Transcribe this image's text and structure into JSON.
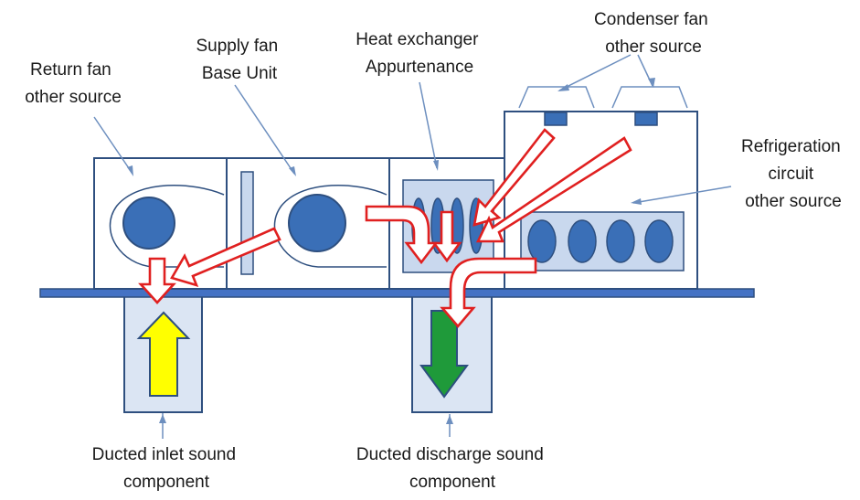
{
  "labels": {
    "return_fan": [
      "Return fan",
      "other source"
    ],
    "supply_fan": [
      "Supply fan",
      "Base Unit"
    ],
    "heat_exchanger": [
      "Heat exchanger",
      "Appurtenance"
    ],
    "condenser_fan": [
      "Condenser fan",
      "other source"
    ],
    "refrigeration": [
      "Refrigeration",
      "circuit",
      "other source"
    ],
    "ducted_inlet": [
      "Ducted inlet sound",
      "component"
    ],
    "ducted_discharge": [
      "Ducted discharge sound",
      "component"
    ]
  },
  "colors": {
    "outline": "#2e4f7f",
    "fan_fill": "#3a6fb7",
    "panel_fill": "#c9d8ee",
    "box_fill": "#ffffff",
    "duct_fill": "#dbe5f3",
    "base_plate": "#4472c4",
    "sound_arrow": "#e02020",
    "inlet_arrow": "#ffff00",
    "discharge_arrow": "#1f9a3a",
    "callout_line": "#6d8fbf"
  },
  "icons": {
    "inlet_flow": "arrow-up-icon",
    "discharge_flow": "arrow-down-icon",
    "sound_path": "hollow-red-arrow-icon"
  }
}
